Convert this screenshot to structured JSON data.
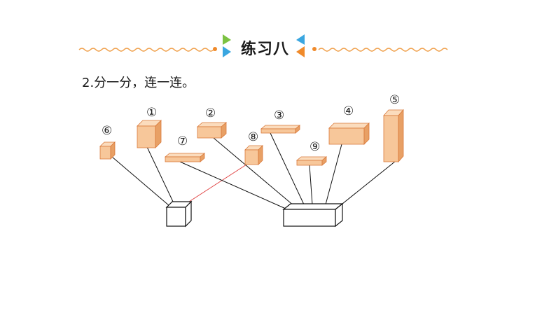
{
  "header": {
    "title": "练习八"
  },
  "question": {
    "text": "2.分一分，连一连。"
  },
  "shapes": [
    {
      "id": "6",
      "label": "⑥",
      "kind": "cube"
    },
    {
      "id": "1",
      "label": "①",
      "kind": "cube"
    },
    {
      "id": "7",
      "label": "⑦",
      "kind": "cuboid"
    },
    {
      "id": "2",
      "label": "②",
      "kind": "cuboid"
    },
    {
      "id": "8",
      "label": "⑧",
      "kind": "cube"
    },
    {
      "id": "3",
      "label": "③",
      "kind": "cuboid"
    },
    {
      "id": "9",
      "label": "⑨",
      "kind": "cuboid"
    },
    {
      "id": "4",
      "label": "④",
      "kind": "cuboid"
    },
    {
      "id": "5",
      "label": "⑤",
      "kind": "cuboid"
    }
  ],
  "targets": [
    {
      "id": "cube-target",
      "kind": "cube"
    },
    {
      "id": "cuboid-target",
      "kind": "cuboid"
    }
  ],
  "connections": [
    {
      "from": "6",
      "to": "cube-target"
    },
    {
      "from": "1",
      "to": "cube-target"
    },
    {
      "from": "8",
      "to": "cube-target",
      "highlight": true
    },
    {
      "from": "7",
      "to": "cuboid-target"
    },
    {
      "from": "2",
      "to": "cuboid-target"
    },
    {
      "from": "3",
      "to": "cuboid-target"
    },
    {
      "from": "9",
      "to": "cuboid-target"
    },
    {
      "from": "4",
      "to": "cuboid-target"
    },
    {
      "from": "5",
      "to": "cuboid-target"
    }
  ],
  "colors": {
    "box_face": "#f7c79a",
    "box_top": "#fbdcbd",
    "box_side": "#e8a065",
    "box_edge": "#d9793a",
    "wavy": "#f0a04b",
    "triangle_green": "#7cc242",
    "triangle_blue": "#3aa6e0",
    "triangle_orange": "#f08a2a",
    "highlight_line": "#e04040"
  }
}
